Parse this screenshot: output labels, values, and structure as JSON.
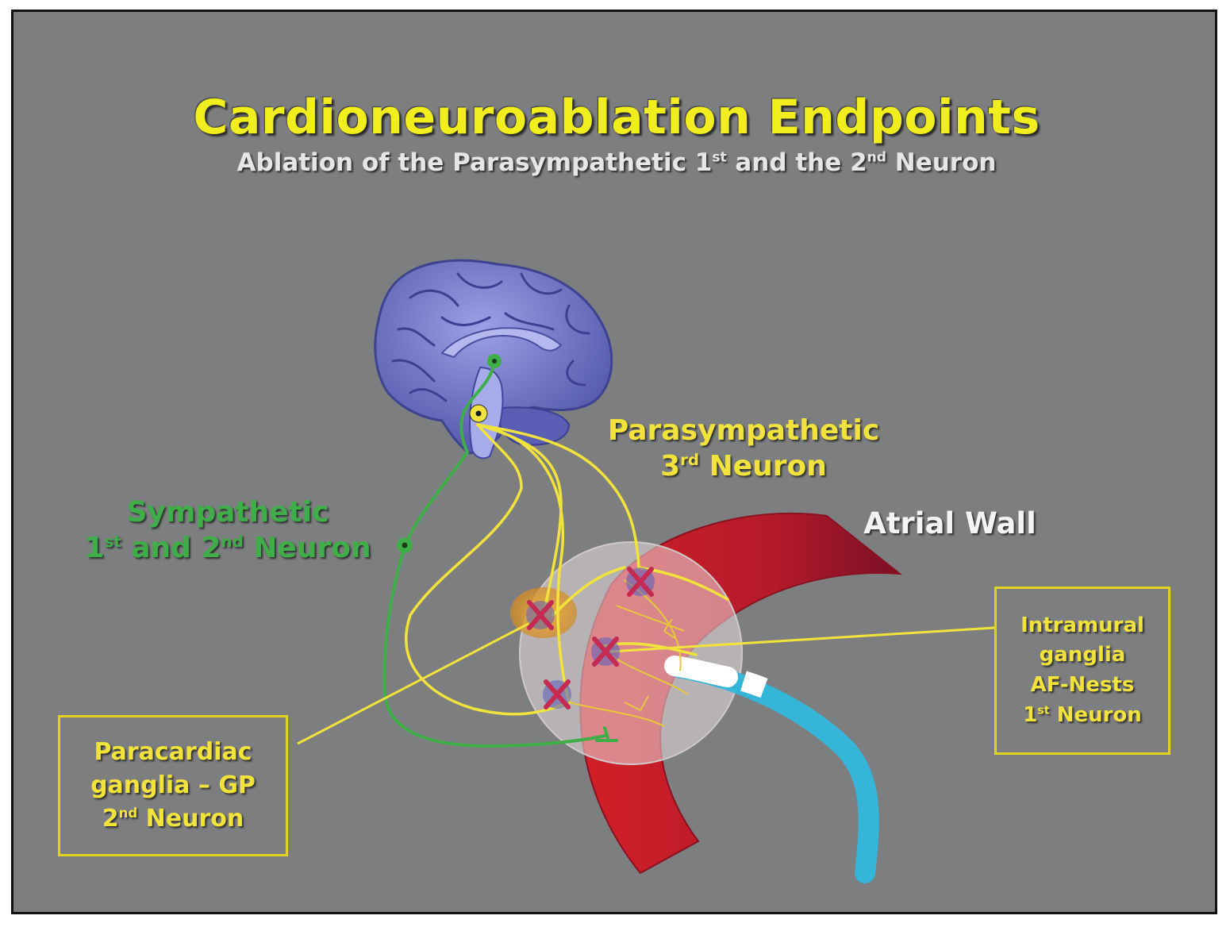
{
  "title": "Cardioneuroablation Endpoints",
  "subtitle": {
    "part1": "Ablation of the Parasympathetic 1",
    "sup1": "st",
    "part2": " and the 2",
    "sup2": "nd",
    "part3": " Neuron"
  },
  "labels": {
    "parasympathetic": {
      "line1": "Parasympathetic",
      "line2_num": "3",
      "line2_sup": "rd",
      "line2_rest": " Neuron"
    },
    "sympathetic": {
      "line1": "Sympathetic",
      "line2_a": "1",
      "line2_a_sup": "st",
      "line2_b": " and 2",
      "line2_b_sup": "nd",
      "line2_c": " Neuron"
    },
    "atrial_wall": "Atrial Wall"
  },
  "boxes": {
    "paracardiac": {
      "line1": "Paracardiac",
      "line2": "ganglia – GP",
      "line3_num": "2",
      "line3_sup": "nd",
      "line3_rest": " Neuron"
    },
    "intramural": {
      "line1": "Intramural",
      "line2": "ganglia",
      "line3": "AF-Nests",
      "line4_num": "1",
      "line4_sup": "st",
      "line4_rest": " Neuron"
    }
  },
  "colors": {
    "background": "#7d7e80",
    "title": "#f2ee1e",
    "parasympathetic": "#f2e33c",
    "sympathetic": "#3fae49",
    "atrial_wall": "#c81d2a",
    "catheter": "#35b6d8",
    "ablation_mark": "#c42a52",
    "brain": "#6f73c8"
  },
  "icons": [
    "brain-illustration",
    "ablation-x-mark",
    "ablation-catheter"
  ]
}
